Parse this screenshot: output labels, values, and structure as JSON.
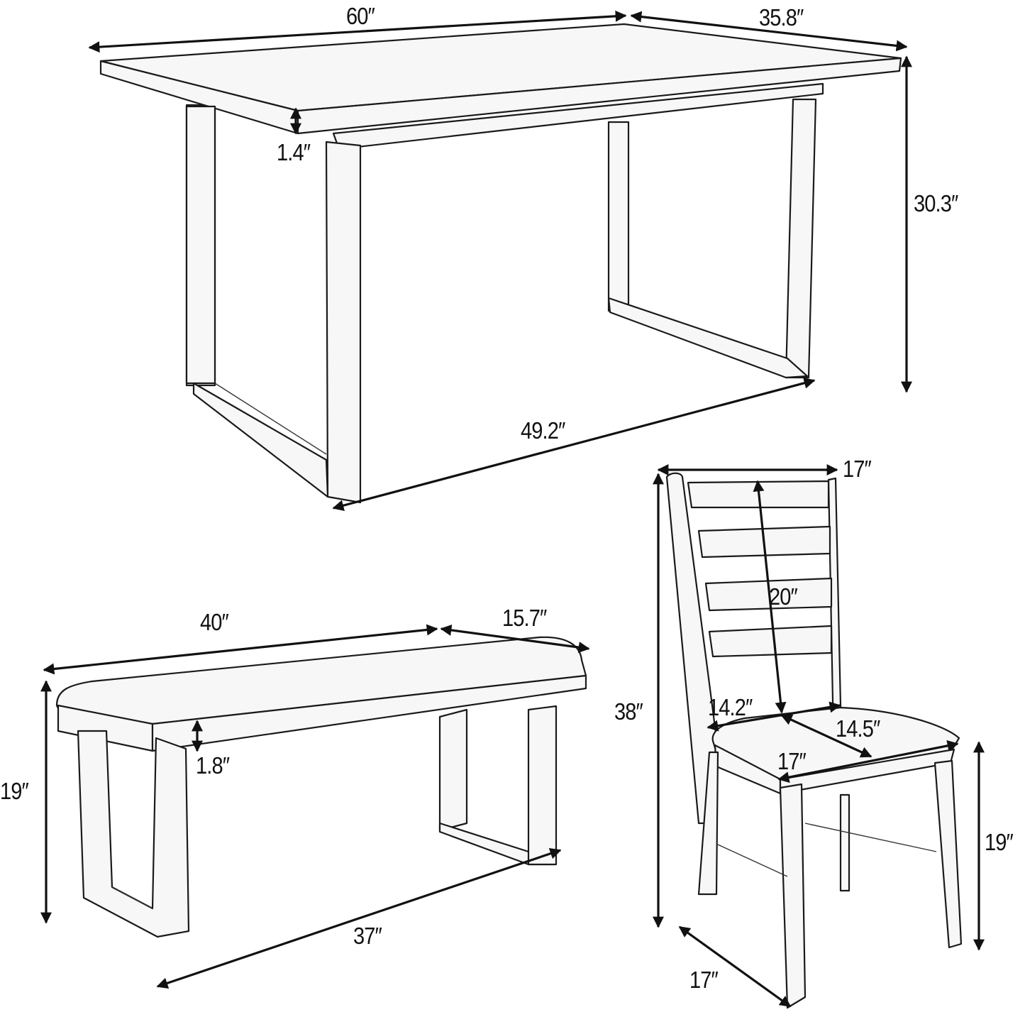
{
  "diagram": {
    "type": "furniture-dimension-drawing",
    "items": [
      "table",
      "bench",
      "chair"
    ]
  },
  "table": {
    "length": "60″",
    "width": "35.8″",
    "height": "30.3″",
    "top_thickness": "1.4″",
    "leg_span": "49.2″"
  },
  "bench": {
    "length": "40″",
    "width": "15.7″",
    "height": "19″",
    "top_thickness": "1.8″",
    "leg_span": "37″"
  },
  "chair": {
    "top_width": "17″",
    "height": "38″",
    "back_height": "20″",
    "seat_back_width": "14.2″",
    "seat_depth": "14.5″",
    "seat_front_width": "17″",
    "seat_height": "19″",
    "base_depth": "17″"
  },
  "colors": {
    "line": "#111111",
    "fill": "#f7f7f7",
    "background": "#ffffff"
  }
}
